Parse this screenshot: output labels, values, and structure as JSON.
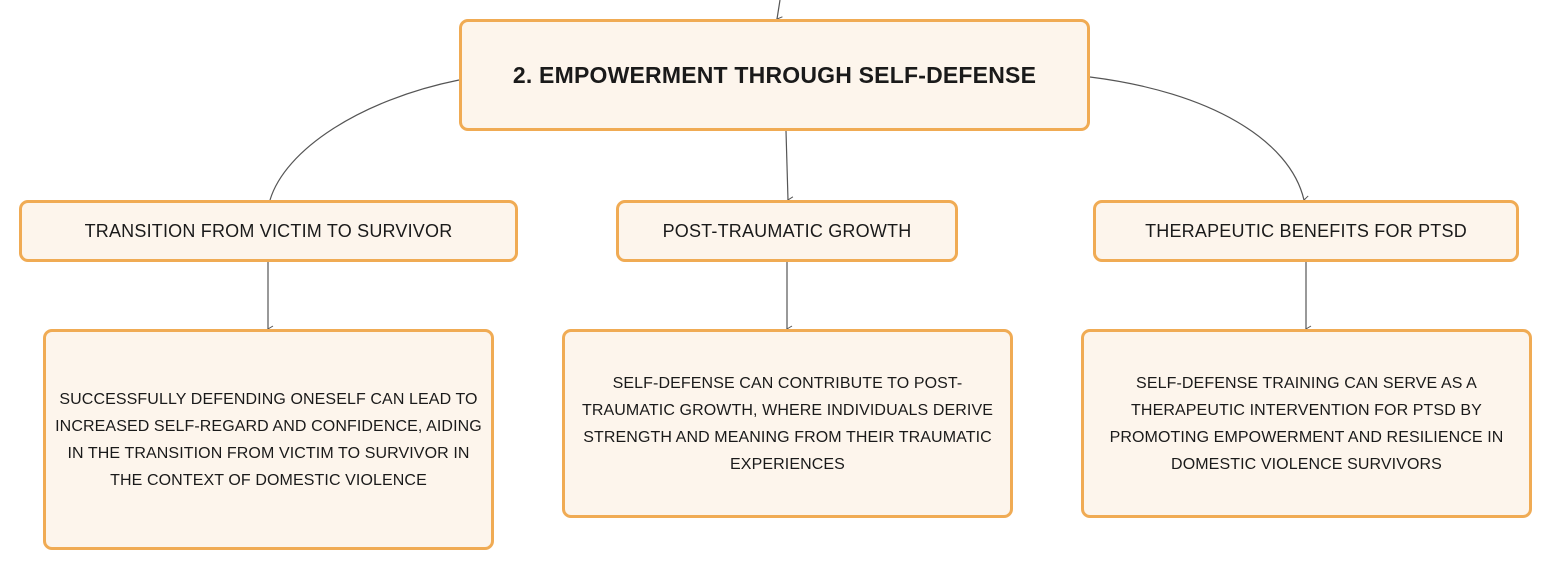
{
  "diagram": {
    "root": {
      "label": "2. EMPOWERMENT THROUGH SELF-DEFENSE"
    },
    "branches": [
      {
        "label": "TRANSITION FROM VICTIM TO SURVIVOR",
        "detail": "SUCCESSFULLY DEFENDING ONESELF CAN LEAD TO INCREASED SELF-REGARD AND CONFIDENCE, AIDING IN THE TRANSITION FROM VICTIM TO SURVIVOR IN THE CONTEXT OF DOMESTIC VIOLENCE"
      },
      {
        "label": "POST-TRAUMATIC GROWTH",
        "detail": "SELF-DEFENSE CAN CONTRIBUTE TO POST-TRAUMATIC GROWTH, WHERE INDIVIDUALS DERIVE STRENGTH AND MEANING FROM THEIR TRAUMATIC EXPERIENCES"
      },
      {
        "label": "THERAPEUTIC BENEFITS FOR PTSD",
        "detail": "SELF-DEFENSE TRAINING CAN SERVE AS A THERAPEUTIC INTERVENTION FOR PTSD BY PROMOTING EMPOWERMENT AND RESILIENCE IN DOMESTIC VIOLENCE SURVIVORS"
      }
    ]
  },
  "colors": {
    "node_border": "#f0ab54",
    "node_fill": "#fdf5ec",
    "connector": "#555555",
    "text": "#1a1a1a"
  }
}
